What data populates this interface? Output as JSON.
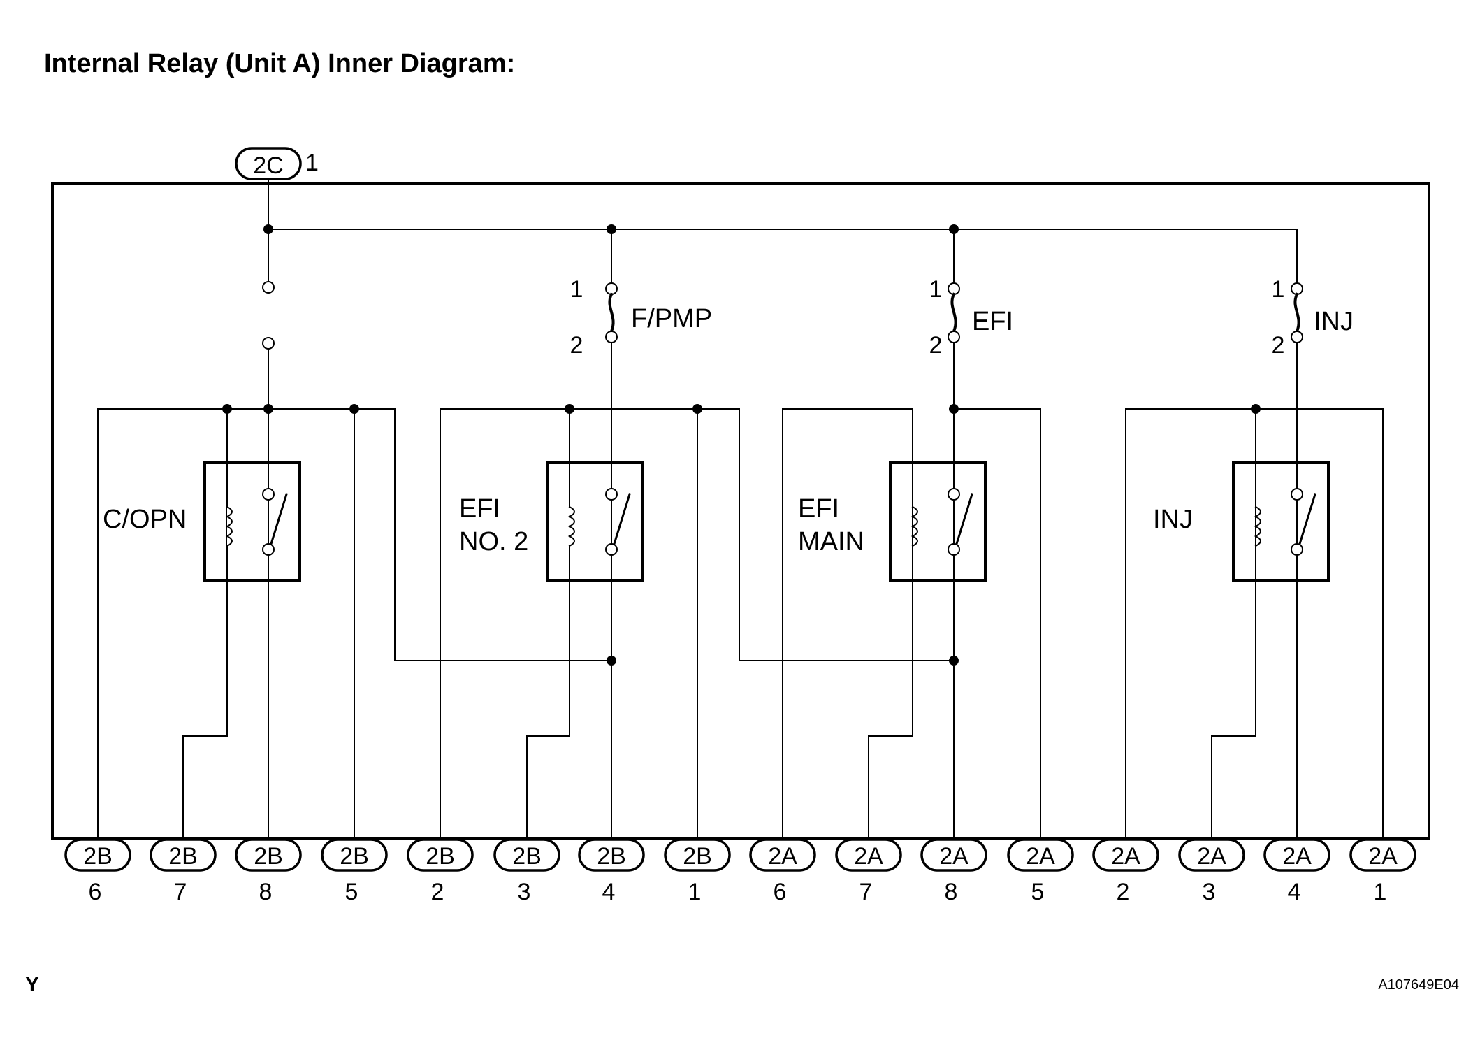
{
  "title": "Internal Relay (Unit A) Inner Diagram:",
  "corner_left": "Y",
  "corner_right": "A107649E04",
  "top_connector": {
    "code": "2C",
    "pin": "1"
  },
  "fuses": [
    {
      "name": "F/PMP",
      "pin_top": "1",
      "pin_bottom": "2"
    },
    {
      "name": "EFI",
      "pin_top": "1",
      "pin_bottom": "2"
    },
    {
      "name": "INJ",
      "pin_top": "1",
      "pin_bottom": "2"
    }
  ],
  "relays": [
    {
      "line1": "C/OPN",
      "line2": ""
    },
    {
      "line1": "EFI",
      "line2": "NO. 2"
    },
    {
      "line1": "EFI",
      "line2": "MAIN"
    },
    {
      "line1": "INJ",
      "line2": ""
    }
  ],
  "bottom_connectors": [
    {
      "code": "2B",
      "pin": "6"
    },
    {
      "code": "2B",
      "pin": "7"
    },
    {
      "code": "2B",
      "pin": "8"
    },
    {
      "code": "2B",
      "pin": "5"
    },
    {
      "code": "2B",
      "pin": "2"
    },
    {
      "code": "2B",
      "pin": "3"
    },
    {
      "code": "2B",
      "pin": "4"
    },
    {
      "code": "2B",
      "pin": "1"
    },
    {
      "code": "2A",
      "pin": "6"
    },
    {
      "code": "2A",
      "pin": "7"
    },
    {
      "code": "2A",
      "pin": "8"
    },
    {
      "code": "2A",
      "pin": "5"
    },
    {
      "code": "2A",
      "pin": "2"
    },
    {
      "code": "2A",
      "pin": "3"
    },
    {
      "code": "2A",
      "pin": "4"
    },
    {
      "code": "2A",
      "pin": "1"
    }
  ]
}
